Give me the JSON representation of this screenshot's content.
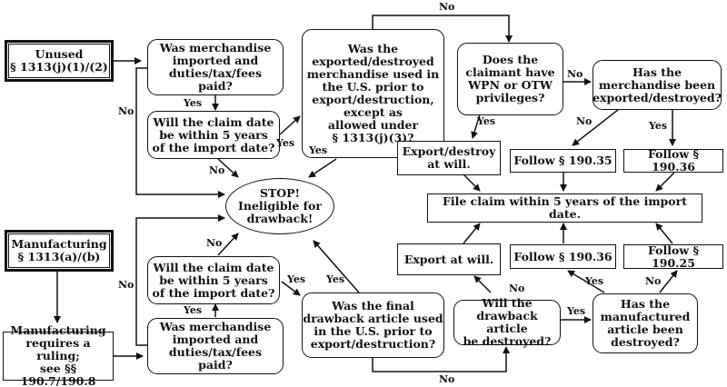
{
  "nodes": {
    "unused": "Unused\n§ 1313(j)(1)/(2)",
    "manufacturing": "Manufacturing\n§ 1313(a)/(b)",
    "mfg_ruling": "Manufacturing\nrequires a ruling;\nsee §§ 190.7/190.8",
    "q_imported_top": "Was merchandise\nimported and\nduties/tax/fees\npaid?",
    "q_claim5_top": "Will the claim date\nbe within 5 years\nof the import date?",
    "q_used_us": "Was the\nexported/destroyed\nmerchandise used in\nthe U.S. prior to\nexport/destruction,\nexcept as\nallowed under\n§ 1313(j)(3)?",
    "stop": "STOP!\nIneligible for\ndrawback!",
    "q_claim5_bottom": "Will the claim date\nbe within 5 years\nof the import date?",
    "q_imported_bottom": "Was merchandise\nimported and\nduties/tax/fees\npaid?",
    "q_final_used": "Was the final\ndrawback article used\nin the U.S. prior to\nexport/destruction?",
    "q_wpn": "Does the\nclaimant have\nWPN or OTW\nprivileges?",
    "q_exported": "Has the\nmerchandise been\nexported/destroyed?",
    "export_destroy": "Export/destroy\nat will.",
    "follow_19035": "Follow § 190.35",
    "follow_19036_top": "Follow § 190.36",
    "file_claim": "File claim within 5 years of the import date.",
    "export_will": "Export at will.",
    "follow_19036_bottom": "Follow § 190.36",
    "follow_19025": "Follow § 190.25",
    "q_will_destroyed": "Will the\ndrawback article\nbe destroyed?",
    "q_has_destroyed": "Has the\nmanufactured\narticle been\ndestroyed?"
  },
  "labels": {
    "no_top": "No",
    "no_wpn": "No",
    "no_exported": "No",
    "yes_wpn": "Yes",
    "yes_exported": "Yes",
    "yes_imported_top": "Yes",
    "yes_claim5_top": "Yes",
    "yes_used_us": "Yes",
    "no_left_top": "No",
    "no_claim5_top": "No",
    "no_claim5_bottom": "No",
    "yes_claim5_bottom": "Yes",
    "yes_imported_bottom": "Yes",
    "no_left_bottom": "No",
    "yes_final_used": "Yes",
    "no_will_destroyed": "No",
    "yes_will_destroyed": "Yes",
    "yes_has_destroyed": "Yes",
    "no_has_destroyed": "No",
    "no_bottom": "No"
  }
}
